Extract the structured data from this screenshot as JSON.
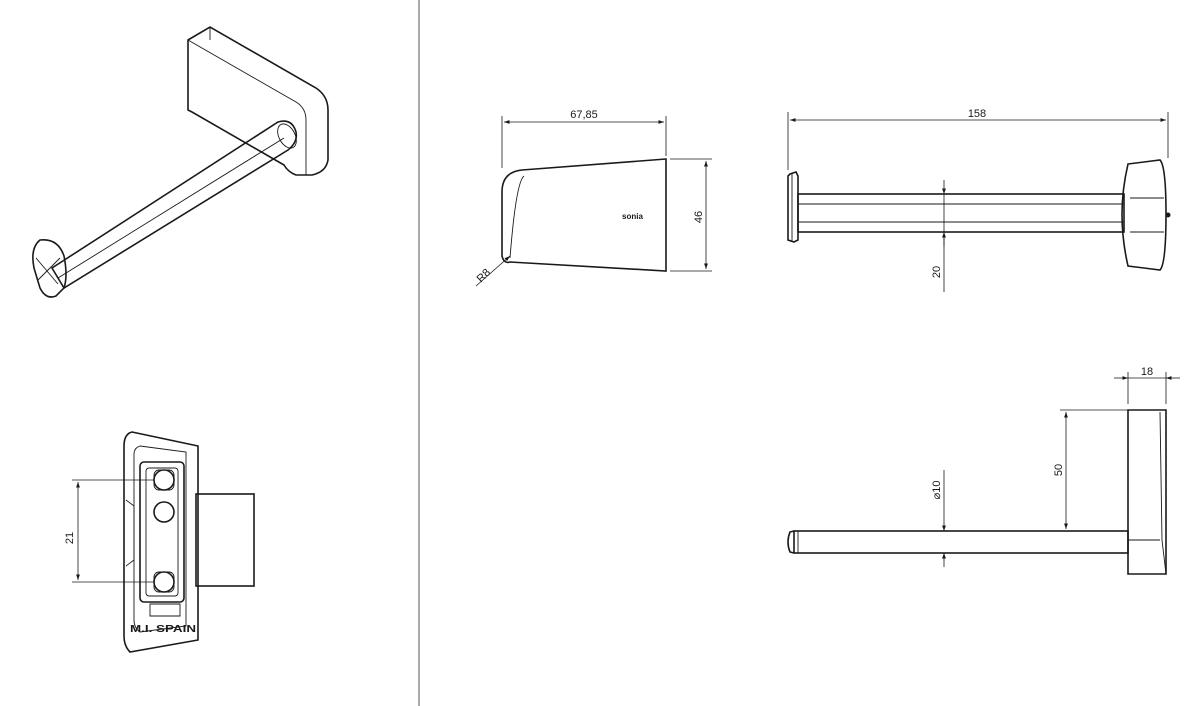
{
  "dimensions": {
    "depth_label": "67,85",
    "height_label": "46",
    "radius_label": "R8",
    "length_label": "158",
    "bar_height_label": "20",
    "plate_thickness_label": "18",
    "bar_diameter_label": "⌀10",
    "bar_offset_label": "50",
    "mount_spacing_label": "21"
  },
  "markings": {
    "brand_text": "sonia",
    "origin_text": "M.I. SPAIN"
  }
}
